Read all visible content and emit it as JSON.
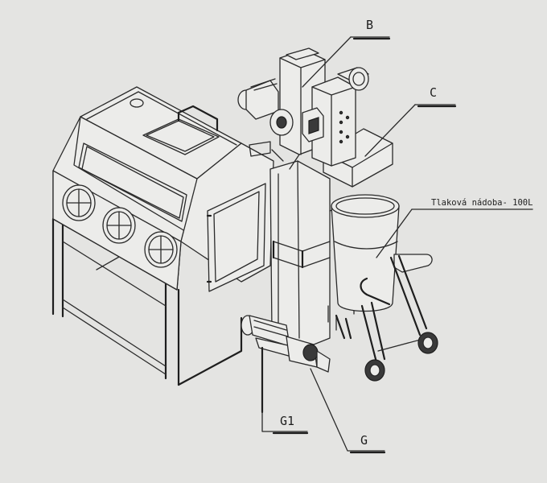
{
  "labels": {
    "b": "B",
    "c": "C",
    "pressure_vessel": "Tlaková nádoba- 100L",
    "g1": "G1",
    "g": "G"
  }
}
